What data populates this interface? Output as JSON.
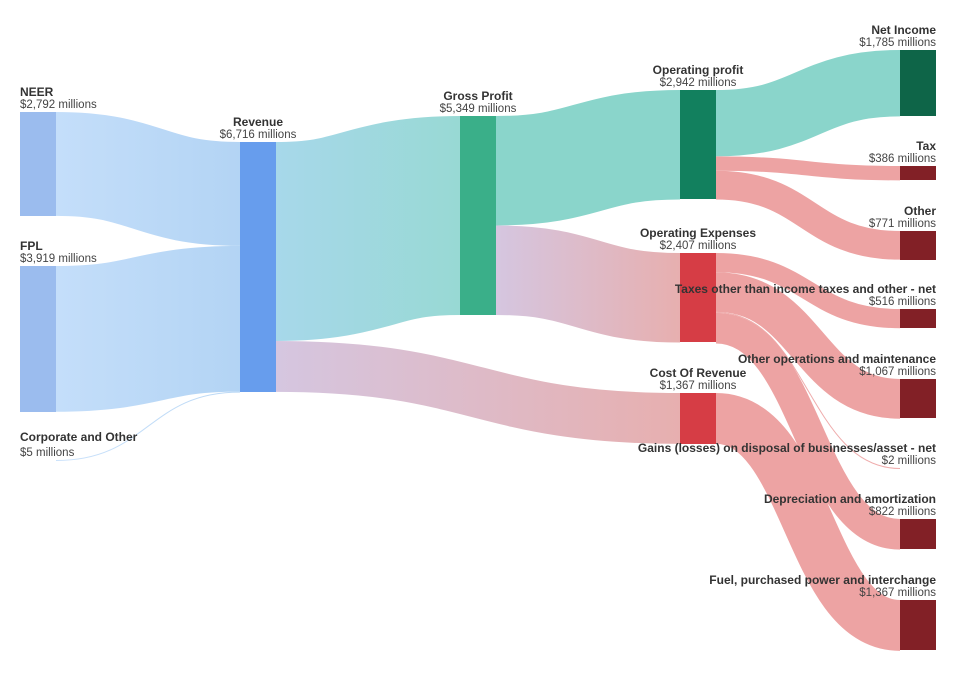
{
  "chart_data": {
    "type": "sankey",
    "unit_suffix": " millions",
    "colors": {
      "source_node": "#9bbcee",
      "revenue_node": "#679ded",
      "gross_profit_node": "#3aaf89",
      "operating_profit_node": "#12805e",
      "net_income_node": "#0e6548",
      "operating_expenses_node": "#d63d45",
      "cost_of_revenue_node": "#d63d45",
      "expense_leaf_node": "#822026",
      "input_link": "#b9d8f5",
      "profit_link": "#8ad5cb",
      "expense_link": "#eda3a3",
      "revenue_to_profit_link": "#a6dae0",
      "revenue_to_cost_link": "#dbb5c8"
    },
    "nodes": [
      {
        "id": "neer",
        "name": "NEER",
        "value": 2792,
        "display": "$2,792 millions",
        "column": 0,
        "color_key": "source_node"
      },
      {
        "id": "fpl",
        "name": "FPL",
        "value": 3919,
        "display": "$3,919 millions",
        "column": 0,
        "color_key": "source_node"
      },
      {
        "id": "corp",
        "name": "Corporate and Other",
        "value": 5,
        "display": "$5 millions",
        "column": 0,
        "color_key": "source_node"
      },
      {
        "id": "revenue",
        "name": "Revenue",
        "value": 6716,
        "display": "$6,716 millions",
        "column": 1,
        "color_key": "revenue_node"
      },
      {
        "id": "gross",
        "name": "Gross Profit",
        "value": 5349,
        "display": "$5,349 millions",
        "column": 2,
        "color_key": "gross_profit_node"
      },
      {
        "id": "opprofit",
        "name": "Operating profit",
        "value": 2942,
        "display": "$2,942 millions",
        "column": 3,
        "color_key": "operating_profit_node"
      },
      {
        "id": "opex",
        "name": "Operating Expenses",
        "value": 2407,
        "display": "$2,407 millions",
        "column": 3,
        "color_key": "operating_expenses_node"
      },
      {
        "id": "cor",
        "name": "Cost Of Revenue",
        "value": 1367,
        "display": "$1,367 millions",
        "column": 3,
        "color_key": "cost_of_revenue_node"
      },
      {
        "id": "netincome",
        "name": "Net Income",
        "value": 1785,
        "display": "$1,785 millions",
        "column": 4,
        "color_key": "net_income_node"
      },
      {
        "id": "tax",
        "name": "Tax",
        "value": 386,
        "display": "$386 millions",
        "column": 4,
        "color_key": "expense_leaf_node"
      },
      {
        "id": "other",
        "name": "Other",
        "value": 771,
        "display": "$771 millions",
        "column": 4,
        "color_key": "expense_leaf_node"
      },
      {
        "id": "taxesother",
        "name": "Taxes other than income taxes and other - net",
        "value": 516,
        "display": "$516 millions",
        "column": 4,
        "color_key": "expense_leaf_node"
      },
      {
        "id": "opmaint",
        "name": "Other operations and maintenance",
        "value": 1067,
        "display": "$1,067 millions",
        "column": 4,
        "color_key": "expense_leaf_node"
      },
      {
        "id": "gains",
        "name": "Gains (losses) on disposal of businesses/asset - net",
        "value": 2,
        "display": "$2 millions",
        "column": 4,
        "color_key": "expense_leaf_node"
      },
      {
        "id": "depr",
        "name": "Depreciation and amortization",
        "value": 822,
        "display": "$822 millions",
        "column": 4,
        "color_key": "expense_leaf_node"
      },
      {
        "id": "fuel",
        "name": "Fuel, purchased power and interchange",
        "value": 1367,
        "display": "$1,367 millions",
        "column": 4,
        "color_key": "expense_leaf_node"
      }
    ],
    "links": [
      {
        "source": "neer",
        "target": "revenue",
        "value": 2792,
        "color_key": "input_link"
      },
      {
        "source": "fpl",
        "target": "revenue",
        "value": 3919,
        "color_key": "input_link"
      },
      {
        "source": "corp",
        "target": "revenue",
        "value": 5,
        "color_key": "input_link"
      },
      {
        "source": "revenue",
        "target": "gross",
        "value": 5349,
        "color_key": "revenue_to_profit_link"
      },
      {
        "source": "revenue",
        "target": "cor",
        "value": 1367,
        "color_key": "revenue_to_cost_link"
      },
      {
        "source": "gross",
        "target": "opprofit",
        "value": 2942,
        "color_key": "profit_link"
      },
      {
        "source": "gross",
        "target": "opex",
        "value": 2407,
        "color_key": "revenue_to_cost_link"
      },
      {
        "source": "opprofit",
        "target": "netincome",
        "value": 1785,
        "color_key": "profit_link"
      },
      {
        "source": "opprofit",
        "target": "tax",
        "value": 386,
        "color_key": "expense_link"
      },
      {
        "source": "opprofit",
        "target": "other",
        "value": 771,
        "color_key": "expense_link"
      },
      {
        "source": "opex",
        "target": "taxesother",
        "value": 516,
        "color_key": "expense_link"
      },
      {
        "source": "opex",
        "target": "opmaint",
        "value": 1067,
        "color_key": "expense_link"
      },
      {
        "source": "opex",
        "target": "gains",
        "value": 2,
        "color_key": "expense_link"
      },
      {
        "source": "opex",
        "target": "depr",
        "value": 822,
        "color_key": "expense_link"
      },
      {
        "source": "cor",
        "target": "fuel",
        "value": 1367,
        "color_key": "expense_link"
      }
    ]
  }
}
